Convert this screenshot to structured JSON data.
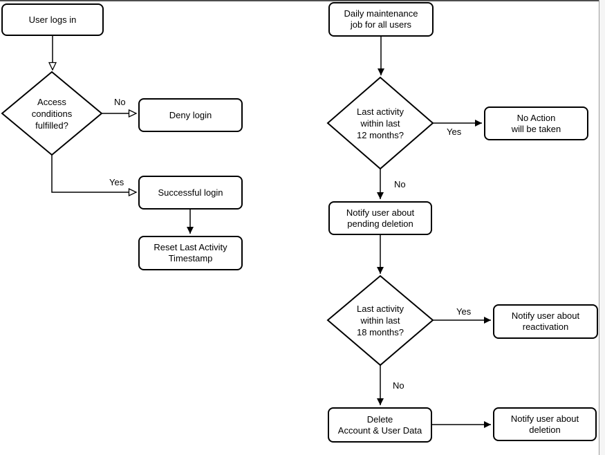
{
  "page": {
    "background": "#ffffff",
    "shape_fill": "#ffffff",
    "shape_stroke": "#000000",
    "text_color": "#000000"
  },
  "login_flow": {
    "start": "User logs in",
    "decision": "Access\nconditions\nfulfilled?",
    "edge_no": "No",
    "edge_yes": "Yes",
    "deny": "Deny login",
    "success": "Successful login",
    "reset": "Reset Last Activity\nTimestamp"
  },
  "maintenance_flow": {
    "start": "Daily maintenance\njob for all users",
    "decision_12m": "Last activity\nwithin last\n12 months?",
    "edge_yes_12m": "Yes",
    "edge_no_12m": "No",
    "no_action": "No Action\nwill be taken",
    "notify_pending": "Notify user about\npending deletion",
    "decision_18m": "Last activity\nwithin last\n18 months?",
    "edge_yes_18m": "Yes",
    "edge_no_18m": "No",
    "delete_account": "Delete\nAccount & User Data",
    "notify_reactivation": "Notify user about\nreactivation",
    "notify_deletion": "Notify user about\ndeletion"
  }
}
